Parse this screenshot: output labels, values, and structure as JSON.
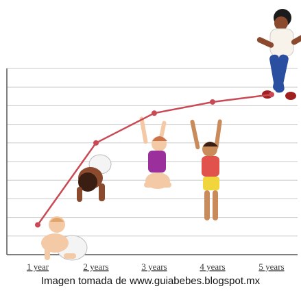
{
  "chart_data": {
    "type": "line",
    "categories": [
      "1 year",
      "2 years",
      "3 years",
      "4 years",
      "5 years"
    ],
    "values": [
      1.6,
      6.0,
      7.6,
      8.2,
      8.6
    ],
    "ylim": [
      0,
      10
    ],
    "grid": true,
    "line_color": "#c94a55",
    "grid_color": "#c8c8c8",
    "markers": [
      "crawling-baby-icon",
      "crawling-toddler-icon",
      "kneeling-child-reaching-icon",
      "standing-child-reaching-icon",
      "running-child-icon"
    ]
  },
  "caption": "Imagen tomada de www.guiabebes.blogspot.mx"
}
